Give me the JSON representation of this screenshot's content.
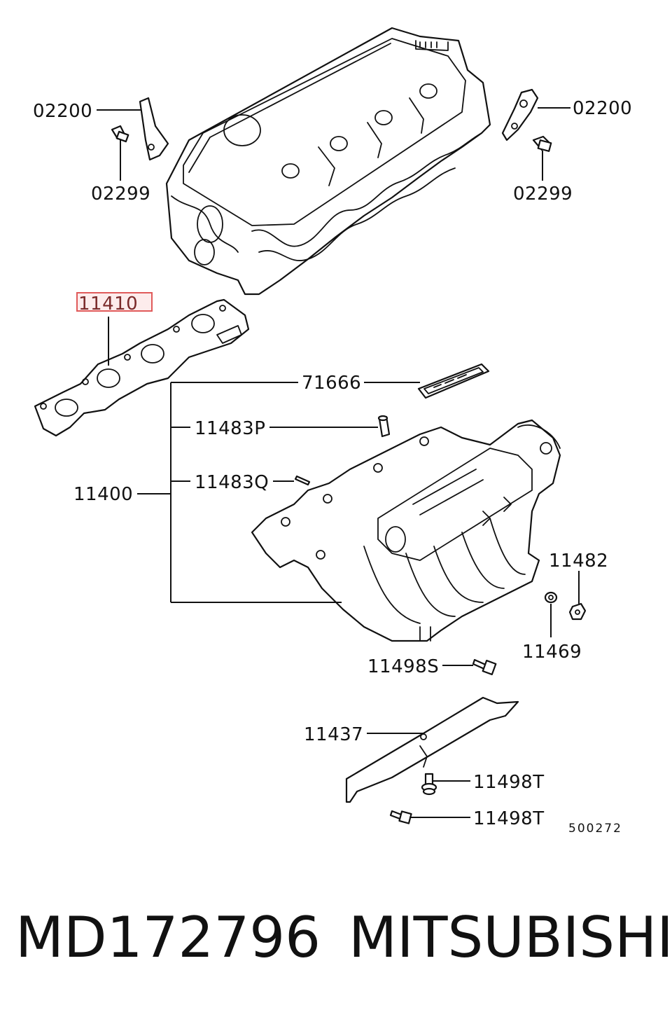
{
  "callouts": {
    "bracket_left": "02200",
    "bolt_left": "02299",
    "bracket_right": "02200",
    "bolt_right": "02299",
    "gasket": "11410",
    "decal_plate": "71666",
    "pin_p": "11483P",
    "manifold": "11400",
    "pin_q": "11483Q",
    "nut_right": "11482",
    "nut_left": "11469",
    "bolt_s": "11498S",
    "stay": "11437",
    "bolt_t1": "11498T",
    "bolt_t2": "11498T"
  },
  "diagram_ref": "500272",
  "footer": {
    "part_number": "MD172796",
    "brand": "MITSUBISHI"
  },
  "highlight_color": "#e05a5a"
}
